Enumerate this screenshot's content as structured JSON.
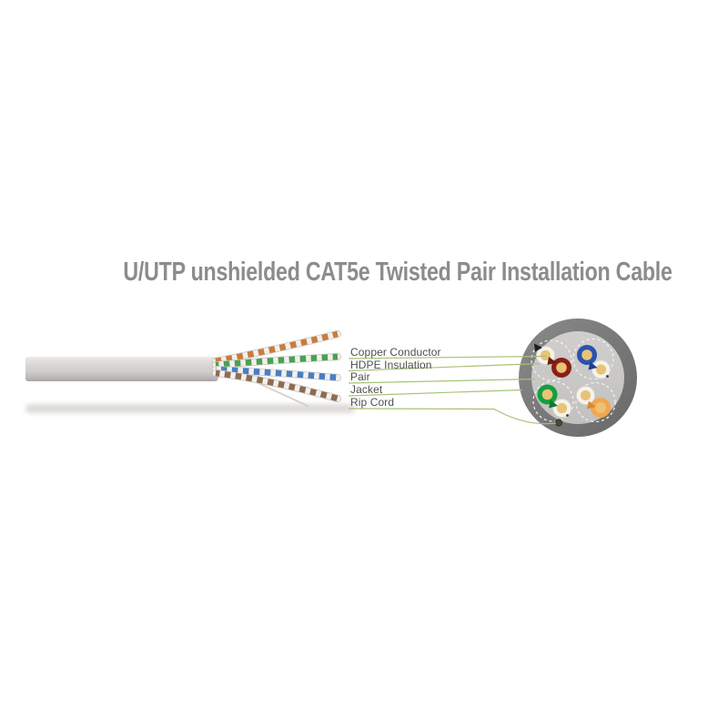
{
  "title": "U/UTP unshielded CAT5e Twisted Pair Installation Cable",
  "labels": [
    {
      "text": "Copper Conductor"
    },
    {
      "text": "HDPE Insulation"
    },
    {
      "text": "Pair"
    },
    {
      "text": "Jacket"
    },
    {
      "text": "Rip Cord"
    }
  ],
  "cable": {
    "jacket_color": "#d5d2d0",
    "pairs": [
      {
        "name": "orange-white-pair",
        "color": "#c97c3c"
      },
      {
        "name": "green-white-pair",
        "color": "#49a24f"
      },
      {
        "name": "blue-white-pair",
        "color": "#4a7dc4"
      },
      {
        "name": "brown-white-pair",
        "color": "#8f6b50"
      }
    ],
    "white_strand_color": "#f2f0ee"
  },
  "cross_section": {
    "jacket_color": "#7a7a7a",
    "core_color": "#c9c8c6",
    "copper_color": "#e8c377",
    "white_insulation_color": "#f6f3ec",
    "rip_cord_color": "#414e35",
    "pairs": [
      {
        "position": "top-left",
        "wires": [
          "white",
          "dark-red"
        ],
        "accent": "#8b2015"
      },
      {
        "position": "top-right",
        "wires": [
          "blue",
          "white"
        ],
        "accent": "#2a52ae"
      },
      {
        "position": "bottom-left",
        "wires": [
          "green",
          "white"
        ],
        "accent": "#149f3d"
      },
      {
        "position": "bottom-right",
        "wires": [
          "white",
          "orange"
        ],
        "accent": "#f3a64d"
      }
    ]
  },
  "leader_line_color": "#a6c378",
  "text_colors": {
    "title": "#8c8c8c",
    "label": "#4e4e4e"
  }
}
